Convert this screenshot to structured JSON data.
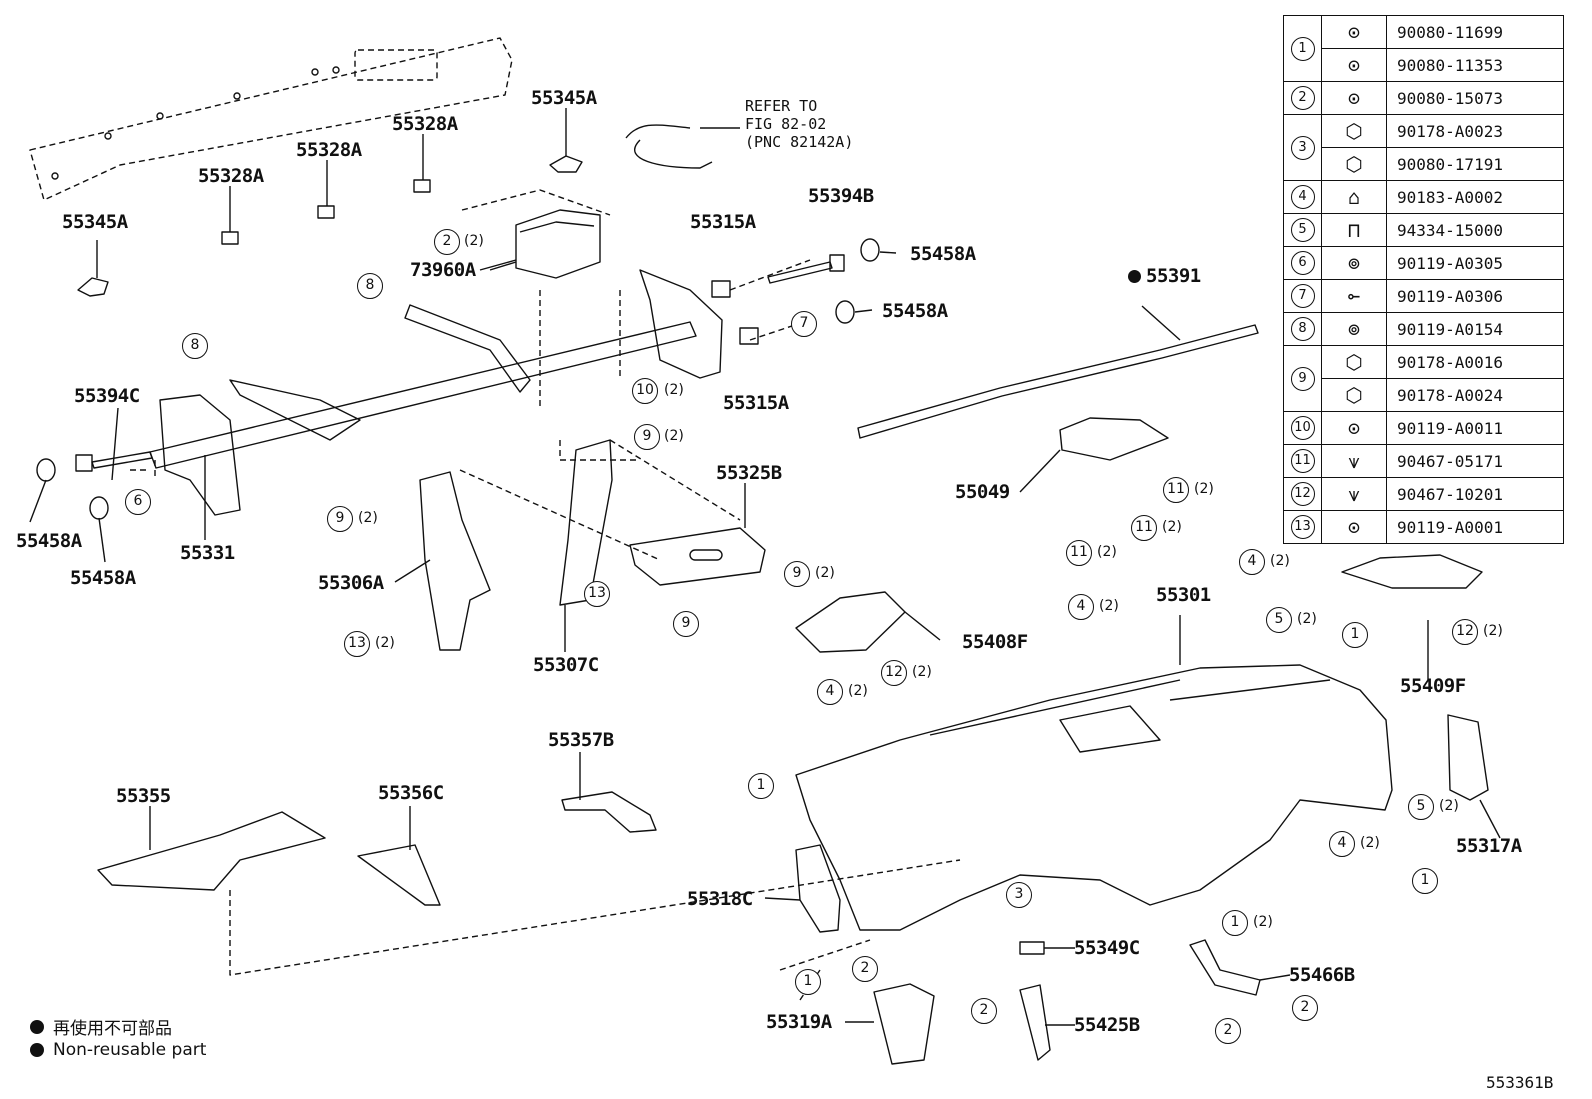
{
  "illustration_number": "553361B",
  "reference_note": [
    "REFER TO",
    "FIG 82-02",
    "(PNC 82142A)"
  ],
  "legend": {
    "jp": "再使用不可部品",
    "en": "Non-reusable part"
  },
  "part_labels": {
    "p55345A_1": "55345A",
    "p55345A_2": "55345A",
    "p55328A_1": "55328A",
    "p55328A_2": "55328A",
    "p55328A_3": "55328A",
    "p73960A": "73960A",
    "p55315A_1": "55315A",
    "p55315A_2": "55315A",
    "p55394B": "55394B",
    "p55458A_1": "55458A",
    "p55458A_2": "55458A",
    "p55458A_3": "55458A",
    "p55458A_4": "55458A",
    "p55394C": "55394C",
    "p55331": "55331",
    "p55306A": "55306A",
    "p55307C": "55307C",
    "p55325B": "55325B",
    "p55391": "55391",
    "p55049": "55049",
    "p55301": "55301",
    "p55408F": "55408F",
    "p55409F": "55409F",
    "p55357B": "55357B",
    "p55355": "55355",
    "p55356C": "55356C",
    "p55318C": "55318C",
    "p55317A": "55317A",
    "p55349C": "55349C",
    "p55466B": "55466B",
    "p55319A": "55319A",
    "p55425B": "55425B"
  },
  "callouts": {
    "c2a": {
      "key": "2",
      "qty": "(2)"
    },
    "c8a": {
      "key": "8",
      "qty": ""
    },
    "c8b": {
      "key": "8",
      "qty": ""
    },
    "c7": {
      "key": "7",
      "qty": ""
    },
    "c10": {
      "key": "10",
      "qty": "(2)"
    },
    "c6": {
      "key": "6",
      "qty": ""
    },
    "c9a": {
      "key": "9",
      "qty": "(2)"
    },
    "c9b": {
      "key": "9",
      "qty": "(2)"
    },
    "c9c": {
      "key": "9",
      "qty": "(2)"
    },
    "c9d": {
      "key": "9",
      "qty": ""
    },
    "c13a": {
      "key": "13",
      "qty": ""
    },
    "c13b": {
      "key": "13",
      "qty": "(2)"
    },
    "c11a": {
      "key": "11",
      "qty": "(2)"
    },
    "c11b": {
      "key": "11",
      "qty": "(2)"
    },
    "c11c": {
      "key": "11",
      "qty": "(2)"
    },
    "c4a": {
      "key": "4",
      "qty": "(2)"
    },
    "c4b": {
      "key": "4",
      "qty": "(2)"
    },
    "c4c": {
      "key": "4",
      "qty": "(2)"
    },
    "c4d": {
      "key": "4",
      "qty": "(2)"
    },
    "c5a": {
      "key": "5",
      "qty": "(2)"
    },
    "c5b": {
      "key": "5",
      "qty": "(2)"
    },
    "c1a": {
      "key": "1",
      "qty": ""
    },
    "c1b": {
      "key": "1",
      "qty": ""
    },
    "c1c": {
      "key": "1",
      "qty": ""
    },
    "c1d": {
      "key": "1",
      "qty": "(2)"
    },
    "c1e": {
      "key": "1",
      "qty": ""
    },
    "c12a": {
      "key": "12",
      "qty": "(2)"
    },
    "c12b": {
      "key": "12",
      "qty": "(2)"
    },
    "c3": {
      "key": "3",
      "qty": ""
    },
    "c2b": {
      "key": "2",
      "qty": ""
    },
    "c2c": {
      "key": "2",
      "qty": ""
    },
    "c2d": {
      "key": "2",
      "qty": ""
    },
    "c2e": {
      "key": "2",
      "qty": ""
    }
  },
  "fastener_table": [
    {
      "key": "1",
      "icon": "screw-icon",
      "numbers": [
        "90080-11699",
        "90080-11353"
      ]
    },
    {
      "key": "2",
      "icon": "screw-icon",
      "numbers": [
        "90080-15073"
      ]
    },
    {
      "key": "3",
      "icon": "nut-icon",
      "numbers": [
        "90178-A0023",
        "90080-17191"
      ]
    },
    {
      "key": "4",
      "icon": "clip-icon",
      "numbers": [
        "90183-A0002"
      ]
    },
    {
      "key": "5",
      "icon": "u-nut-icon",
      "numbers": [
        "94334-15000"
      ]
    },
    {
      "key": "6",
      "icon": "bolt-icon",
      "numbers": [
        "90119-A0305"
      ]
    },
    {
      "key": "7",
      "icon": "long-bolt-icon",
      "numbers": [
        "90119-A0306"
      ]
    },
    {
      "key": "8",
      "icon": "bolt-icon",
      "numbers": [
        "90119-A0154"
      ]
    },
    {
      "key": "9",
      "icon": "nut-icon",
      "numbers": [
        "90178-A0016",
        "90178-A0024"
      ]
    },
    {
      "key": "10",
      "icon": "screw-icon",
      "numbers": [
        "90119-A0011"
      ]
    },
    {
      "key": "11",
      "icon": "push-clip-icon",
      "numbers": [
        "90467-05171"
      ]
    },
    {
      "key": "12",
      "icon": "push-clip-icon",
      "numbers": [
        "90467-10201"
      ]
    },
    {
      "key": "13",
      "icon": "screw-icon",
      "numbers": [
        "90119-A0001"
      ]
    }
  ]
}
